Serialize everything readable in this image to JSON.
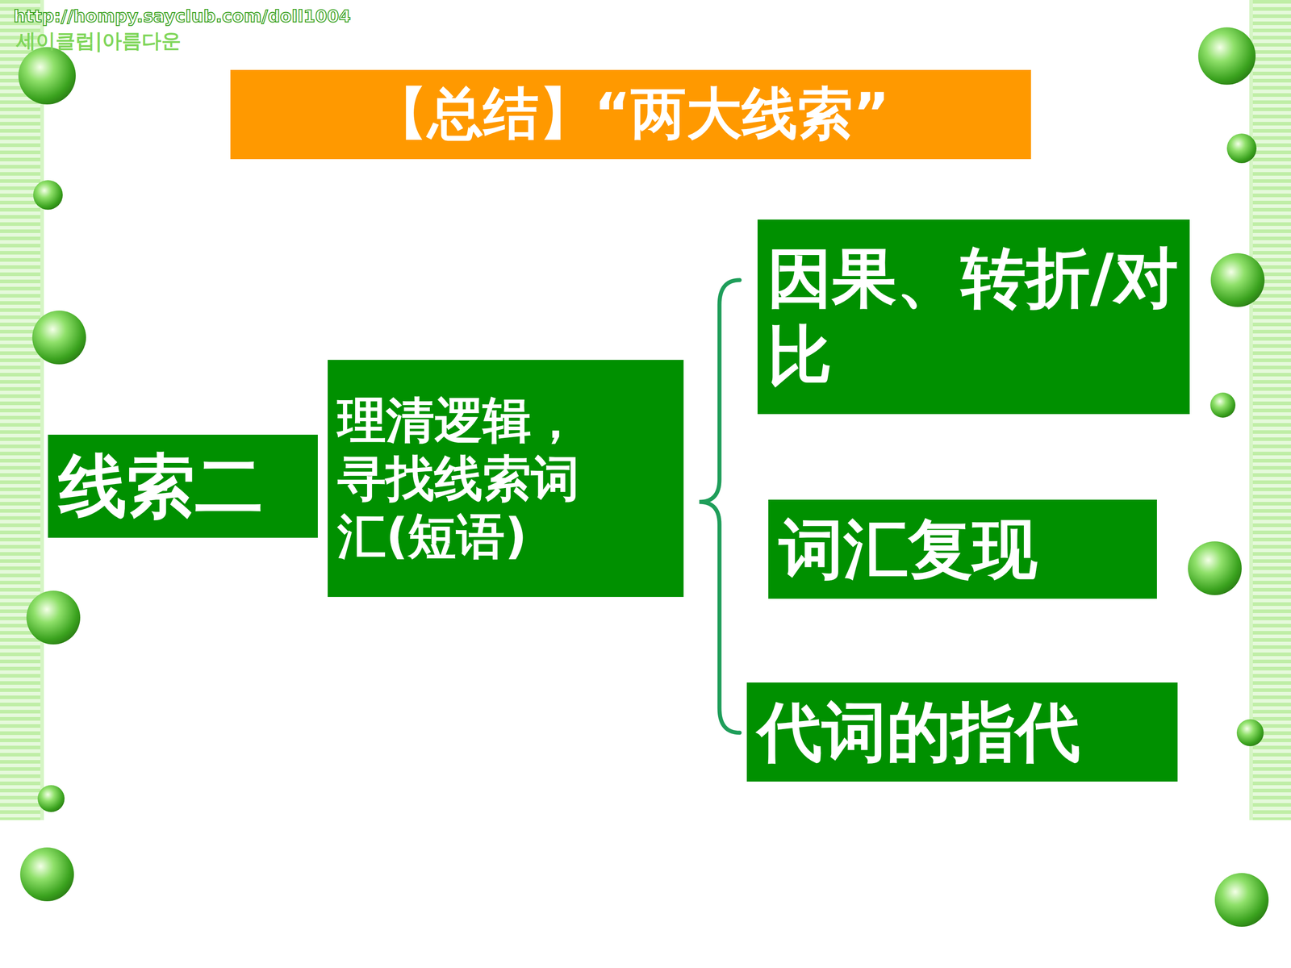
{
  "diagram": {
    "title": "【总结】“两大线索”",
    "nodes": [
      {
        "text": [
          "线索二"
        ]
      },
      {
        "text": [
          "理清逻辑，寻找线索词汇(短语)"
        ]
      },
      {
        "text": [
          "因果、转折/对比"
        ]
      },
      {
        "text": [
          "词汇复现"
        ]
      },
      {
        "text": [
          "代词的指代"
        ]
      }
    ],
    "labels": [
      "http://hompy.sayclub.com/doll1004",
      "세이클럽|아름다운"
    ]
  }
}
